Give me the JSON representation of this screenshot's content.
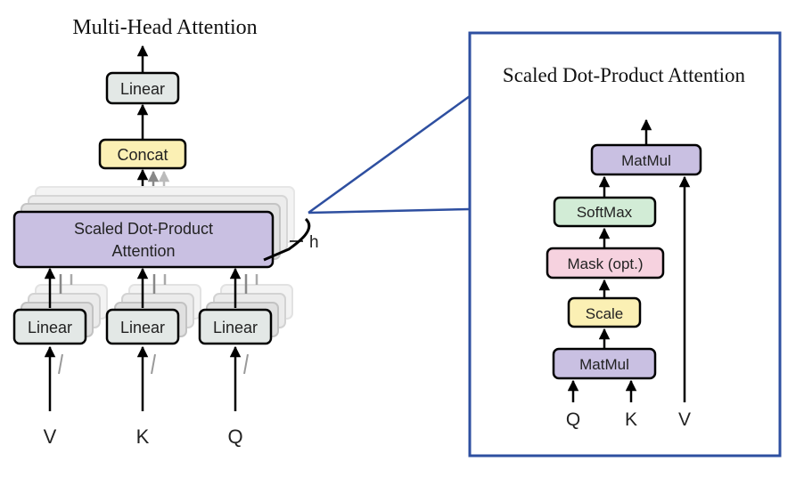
{
  "multi_head": {
    "title": "Multi-Head Attention",
    "linear_top": "Linear",
    "concat": "Concat",
    "sdpa_line1": "Scaled Dot-Product",
    "sdpa_line2": "Attention",
    "head_count_label": "h",
    "linear_v": "Linear",
    "linear_k": "Linear",
    "linear_q": "Linear",
    "input_v": "V",
    "input_k": "K",
    "input_q": "Q"
  },
  "scaled_dot": {
    "title": "Scaled Dot-Product Attention",
    "matmul_top": "MatMul",
    "softmax": "SoftMax",
    "mask": "Mask (opt.)",
    "scale": "Scale",
    "matmul_bottom": "MatMul",
    "input_q": "Q",
    "input_k": "K",
    "input_v": "V"
  },
  "colors": {
    "linear_fill": "#e3e8e6",
    "concat_fill": "#fbf0b4",
    "sdpa_fill": "#c9c0e2",
    "softmax_fill": "#d2ecd6",
    "mask_fill": "#f6d2df",
    "scale_fill": "#fbf0b4",
    "frame_blue": "#2e4fa0"
  }
}
